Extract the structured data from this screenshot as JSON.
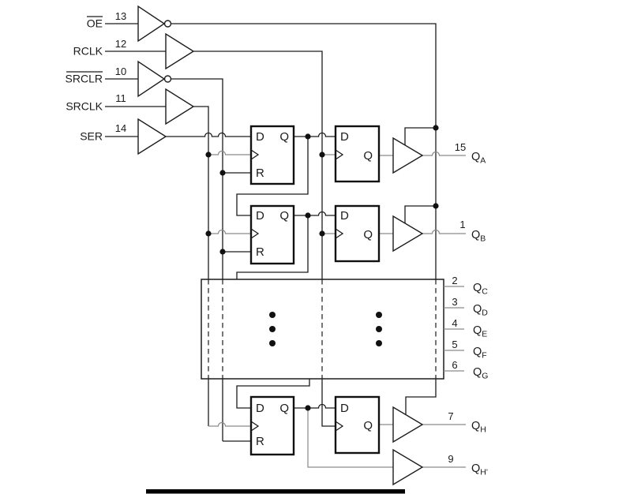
{
  "colors": {
    "wire": "#1c1c1c",
    "thin_wire": "#8a8a8a",
    "text": "#1a1a1a",
    "background": "#ffffff"
  },
  "inputs": [
    {
      "label": "OE",
      "pin": "13",
      "overline": true,
      "buffer": "inverting"
    },
    {
      "label": "RCLK",
      "pin": "12",
      "overline": false,
      "buffer": "non-inverting"
    },
    {
      "label": "SRCLR",
      "pin": "10",
      "overline": true,
      "buffer": "inverting"
    },
    {
      "label": "SRCLK",
      "pin": "11",
      "overline": false,
      "buffer": "non-inverting"
    },
    {
      "label": "SER",
      "pin": "14",
      "overline": false,
      "buffer": "non-inverting"
    }
  ],
  "ff_labels": {
    "d": "D",
    "q": "Q",
    "r": "R"
  },
  "outputs": [
    {
      "pin": "15",
      "base": "Q",
      "sub": "A"
    },
    {
      "pin": "1",
      "base": "Q",
      "sub": "B"
    },
    {
      "pin": "2",
      "base": "Q",
      "sub": "C"
    },
    {
      "pin": "3",
      "base": "Q",
      "sub": "D"
    },
    {
      "pin": "4",
      "base": "Q",
      "sub": "E"
    },
    {
      "pin": "5",
      "base": "Q",
      "sub": "F"
    },
    {
      "pin": "6",
      "base": "Q",
      "sub": "G"
    },
    {
      "pin": "7",
      "base": "Q",
      "sub": "H"
    },
    {
      "pin": "9",
      "base": "Q",
      "sub": "H'"
    }
  ]
}
